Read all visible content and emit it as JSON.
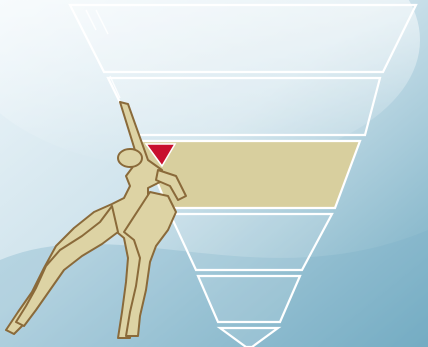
{
  "palette": {
    "background_light": "#eef6fa",
    "background_dark": "#6fa9c0",
    "tier_outline": "#ffffff",
    "highlight_fill": "#d8cf9e",
    "accent_red": "#c8102e",
    "figure_fill": "#ddd3a4",
    "figure_outline": "#8a6a3a"
  },
  "graphic": {
    "subject": "inverted-pyramid-with-supporting-figures",
    "tiers": [
      {
        "name": "top",
        "highlighted": false
      },
      {
        "name": "second",
        "highlighted": false
      },
      {
        "name": "third",
        "highlighted": true
      },
      {
        "name": "fourth",
        "highlighted": false
      },
      {
        "name": "fifth",
        "highlighted": false
      },
      {
        "name": "tip",
        "highlighted": false
      }
    ],
    "figures": [
      "figure-pushing-upward",
      "figure-leaning"
    ]
  }
}
